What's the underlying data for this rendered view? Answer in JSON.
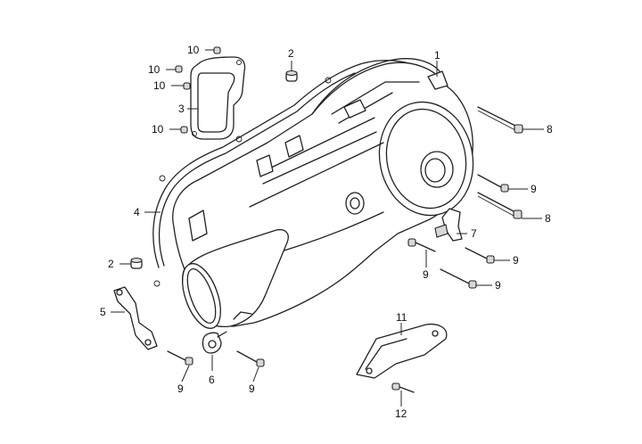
{
  "callouts": [
    {
      "id": "c1",
      "text": "1"
    },
    {
      "id": "c2a",
      "text": "2"
    },
    {
      "id": "c2b",
      "text": "2"
    },
    {
      "id": "c3",
      "text": "3"
    },
    {
      "id": "c4",
      "text": "4"
    },
    {
      "id": "c5",
      "text": "5"
    },
    {
      "id": "c6",
      "text": "6"
    },
    {
      "id": "c7",
      "text": "7"
    },
    {
      "id": "c8a",
      "text": "8"
    },
    {
      "id": "c8b",
      "text": "8"
    },
    {
      "id": "c9a",
      "text": "9"
    },
    {
      "id": "c9b",
      "text": "9"
    },
    {
      "id": "c9c",
      "text": "9"
    },
    {
      "id": "c9d",
      "text": "9"
    },
    {
      "id": "c9e",
      "text": "9"
    },
    {
      "id": "c9f",
      "text": "9"
    },
    {
      "id": "c10a",
      "text": "10"
    },
    {
      "id": "c10b",
      "text": "10"
    },
    {
      "id": "c10c",
      "text": "10"
    },
    {
      "id": "c10d",
      "text": "10"
    },
    {
      "id": "c11",
      "text": "11"
    },
    {
      "id": "c12",
      "text": "12"
    }
  ]
}
